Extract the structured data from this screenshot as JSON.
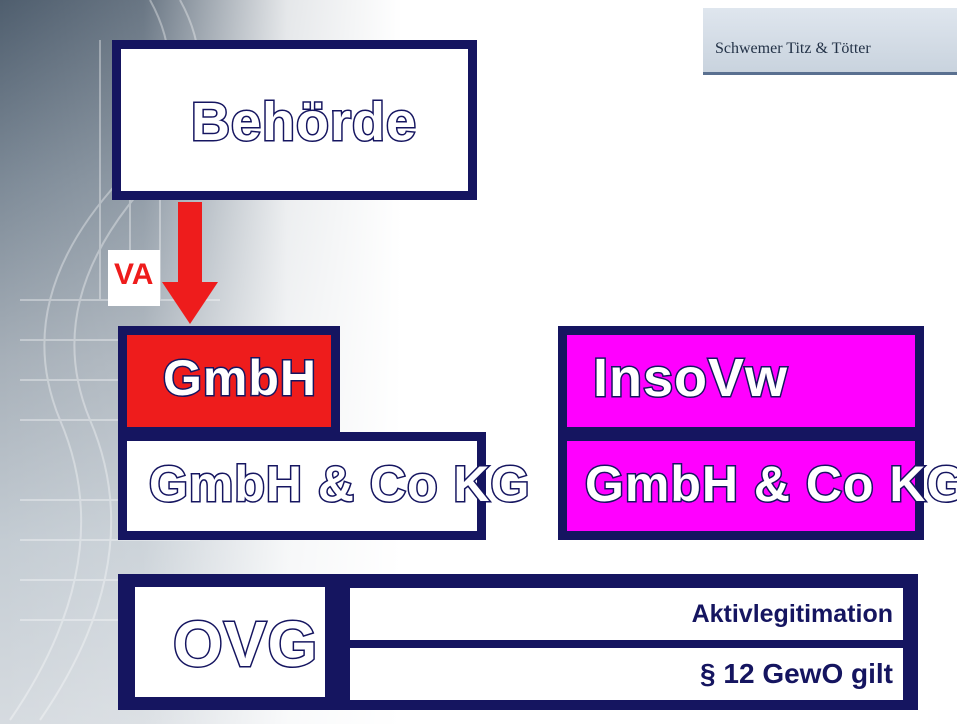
{
  "header": {
    "brand": "Schwemer Titz & Tötter"
  },
  "authority": {
    "label": "Behörde"
  },
  "arrow": {
    "label": "VA"
  },
  "left_group": {
    "top": "GmbH",
    "bottom": "GmbH & Co KG"
  },
  "right_group": {
    "top": "InsoVw",
    "bottom": "GmbH & Co KG"
  },
  "court": {
    "label": "OVG",
    "line1": "Aktivlegitimation",
    "line2": "§ 12 GewO gilt"
  },
  "colors": {
    "navy": "#151560",
    "red": "#ee1c1c",
    "magenta": "#ff00ff"
  }
}
